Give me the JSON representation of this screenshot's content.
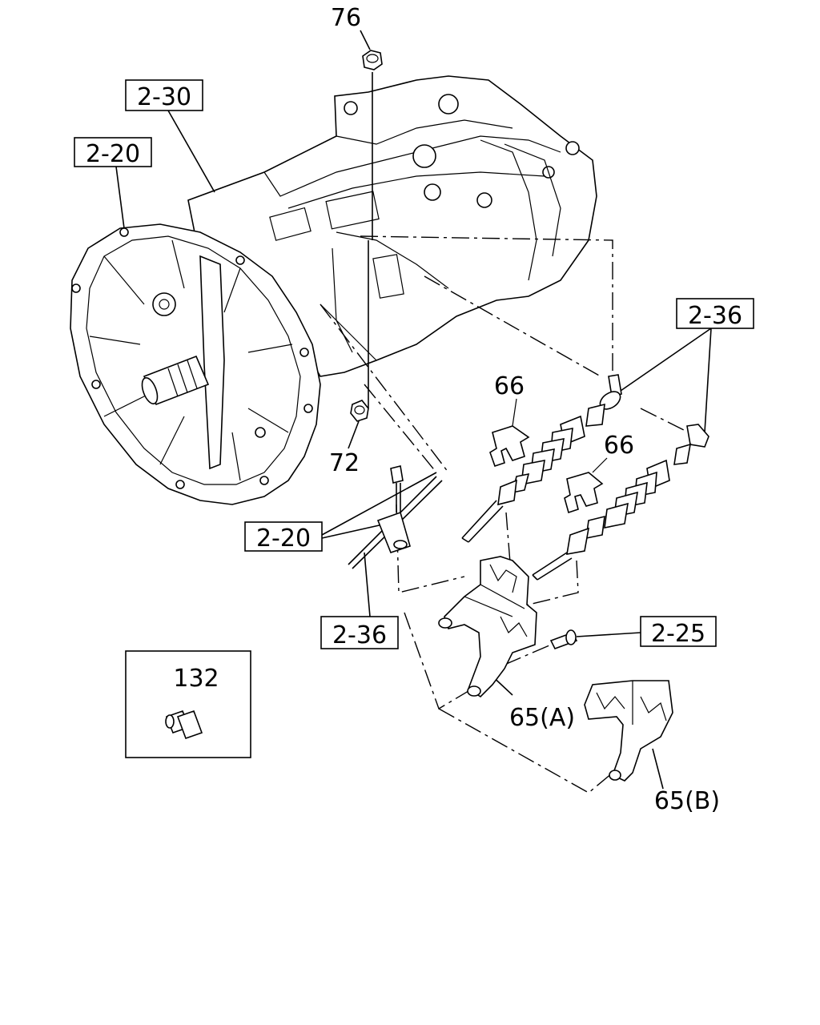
{
  "callouts": {
    "c76": "76",
    "c2_30": "2-30",
    "c2_20_top": "2-20",
    "c2_36_right": "2-36",
    "c66_top": "66",
    "c66_right": "66",
    "c72": "72",
    "c2_20_mid": "2-20",
    "c2_36_mid": "2-36",
    "c2_25": "2-25",
    "c132": "132",
    "c65a": "65(A)",
    "c65b": "65(B)"
  }
}
